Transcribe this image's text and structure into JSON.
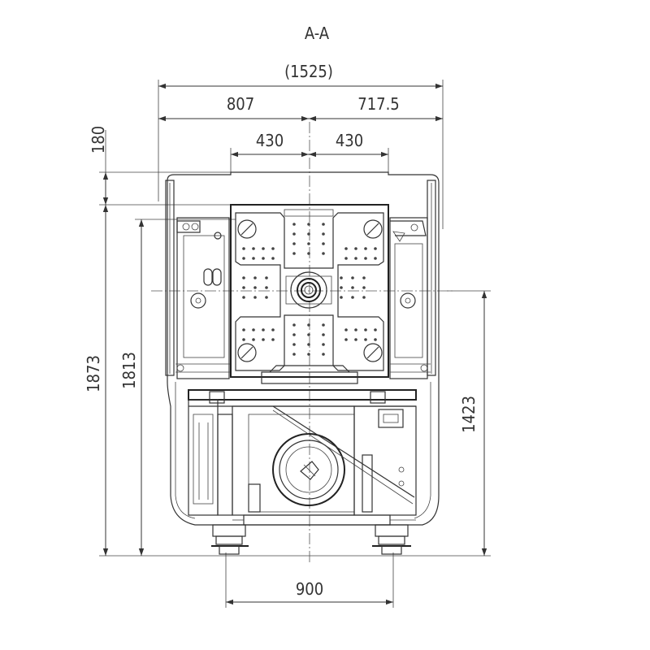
{
  "drawing": {
    "section_label": "A-A",
    "dimensions": {
      "overall_width": "(1525)",
      "left_width": "807",
      "right_width": "717.5",
      "spindle_left": "430",
      "spindle_right": "430",
      "top_offset": "180",
      "total_height": "1873",
      "frame_height": "1813",
      "center_height": "1423",
      "base_width": "900"
    }
  }
}
